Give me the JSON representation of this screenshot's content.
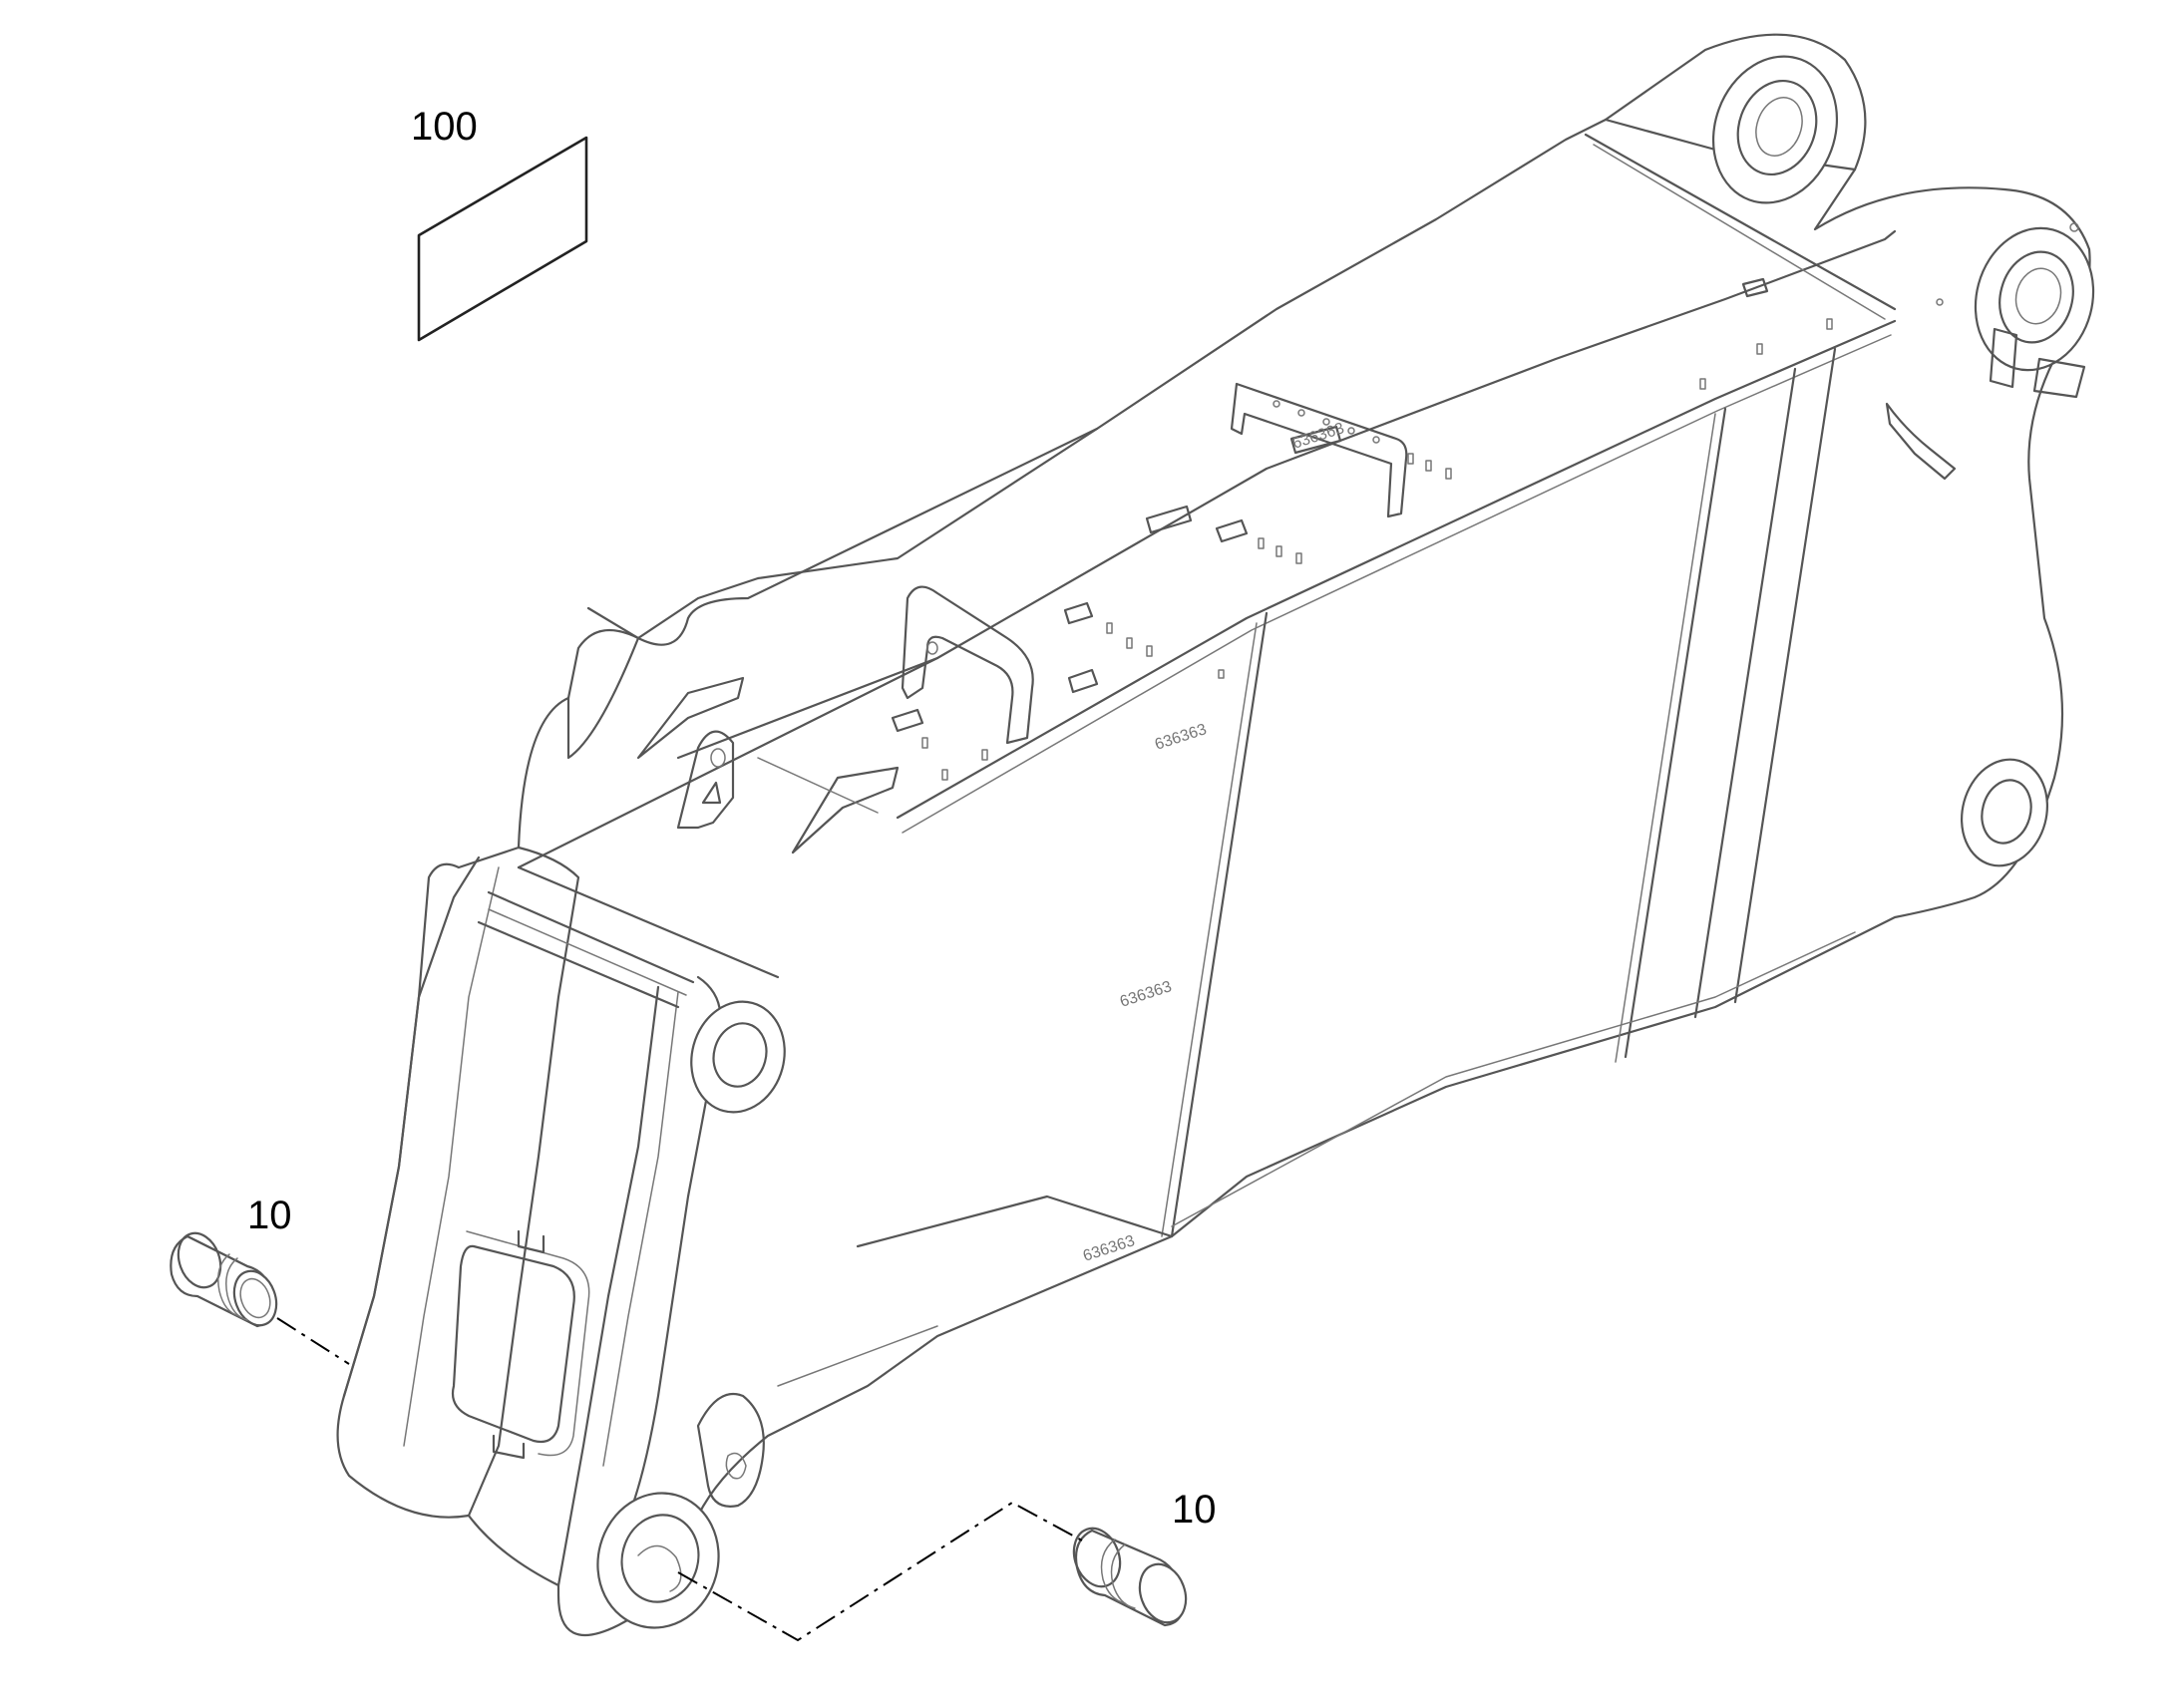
{
  "diagram": {
    "callouts": {
      "decal": "100",
      "pin_left": "10",
      "pin_right": "10"
    },
    "stamps": [
      "636363",
      "636363",
      "636363",
      "636363"
    ],
    "colors": {
      "line": "#555555",
      "label": "#000000",
      "background": "#ffffff"
    }
  }
}
